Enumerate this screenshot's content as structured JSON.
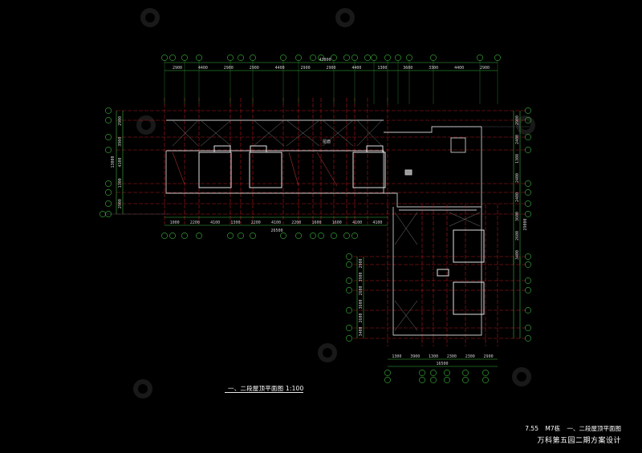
{
  "drawing": {
    "title": "一、二段屋顶平面图 1:100"
  },
  "title_block": {
    "section": "7.55",
    "building": "M7栋",
    "sheet_name": "一、二段屋顶平面图",
    "project": "万科第五园二期方案设计"
  },
  "dimensions": {
    "top_overall": "43800",
    "top_segments": [
      "2900",
      "4400",
      "2900",
      "2900",
      "4400",
      "2900",
      "2900",
      "4400",
      "1300",
      "3600",
      "3300",
      "4400",
      "2900"
    ],
    "mid_overall": "26500",
    "mid_segments": [
      "1000",
      "2200",
      "4100",
      "1300",
      "2200",
      "4100",
      "2200",
      "1600",
      "1600",
      "4100",
      "4100"
    ],
    "lower_overall": "16500",
    "lower_segments": [
      "1300",
      "3900",
      "1300",
      "2300",
      "2300",
      "2900"
    ],
    "left_overall": "13000",
    "left_segments": [
      "2900",
      "3900",
      "4100",
      "1300",
      "2900"
    ],
    "right_overall": "29000",
    "right_segments": [
      "2900",
      "2400",
      "1300",
      "2400",
      "2400",
      "3600",
      "2600",
      "3400"
    ],
    "bottom_left_segments": [
      "2900",
      "3900",
      "2600",
      "3600",
      "2600",
      "3400"
    ]
  }
}
